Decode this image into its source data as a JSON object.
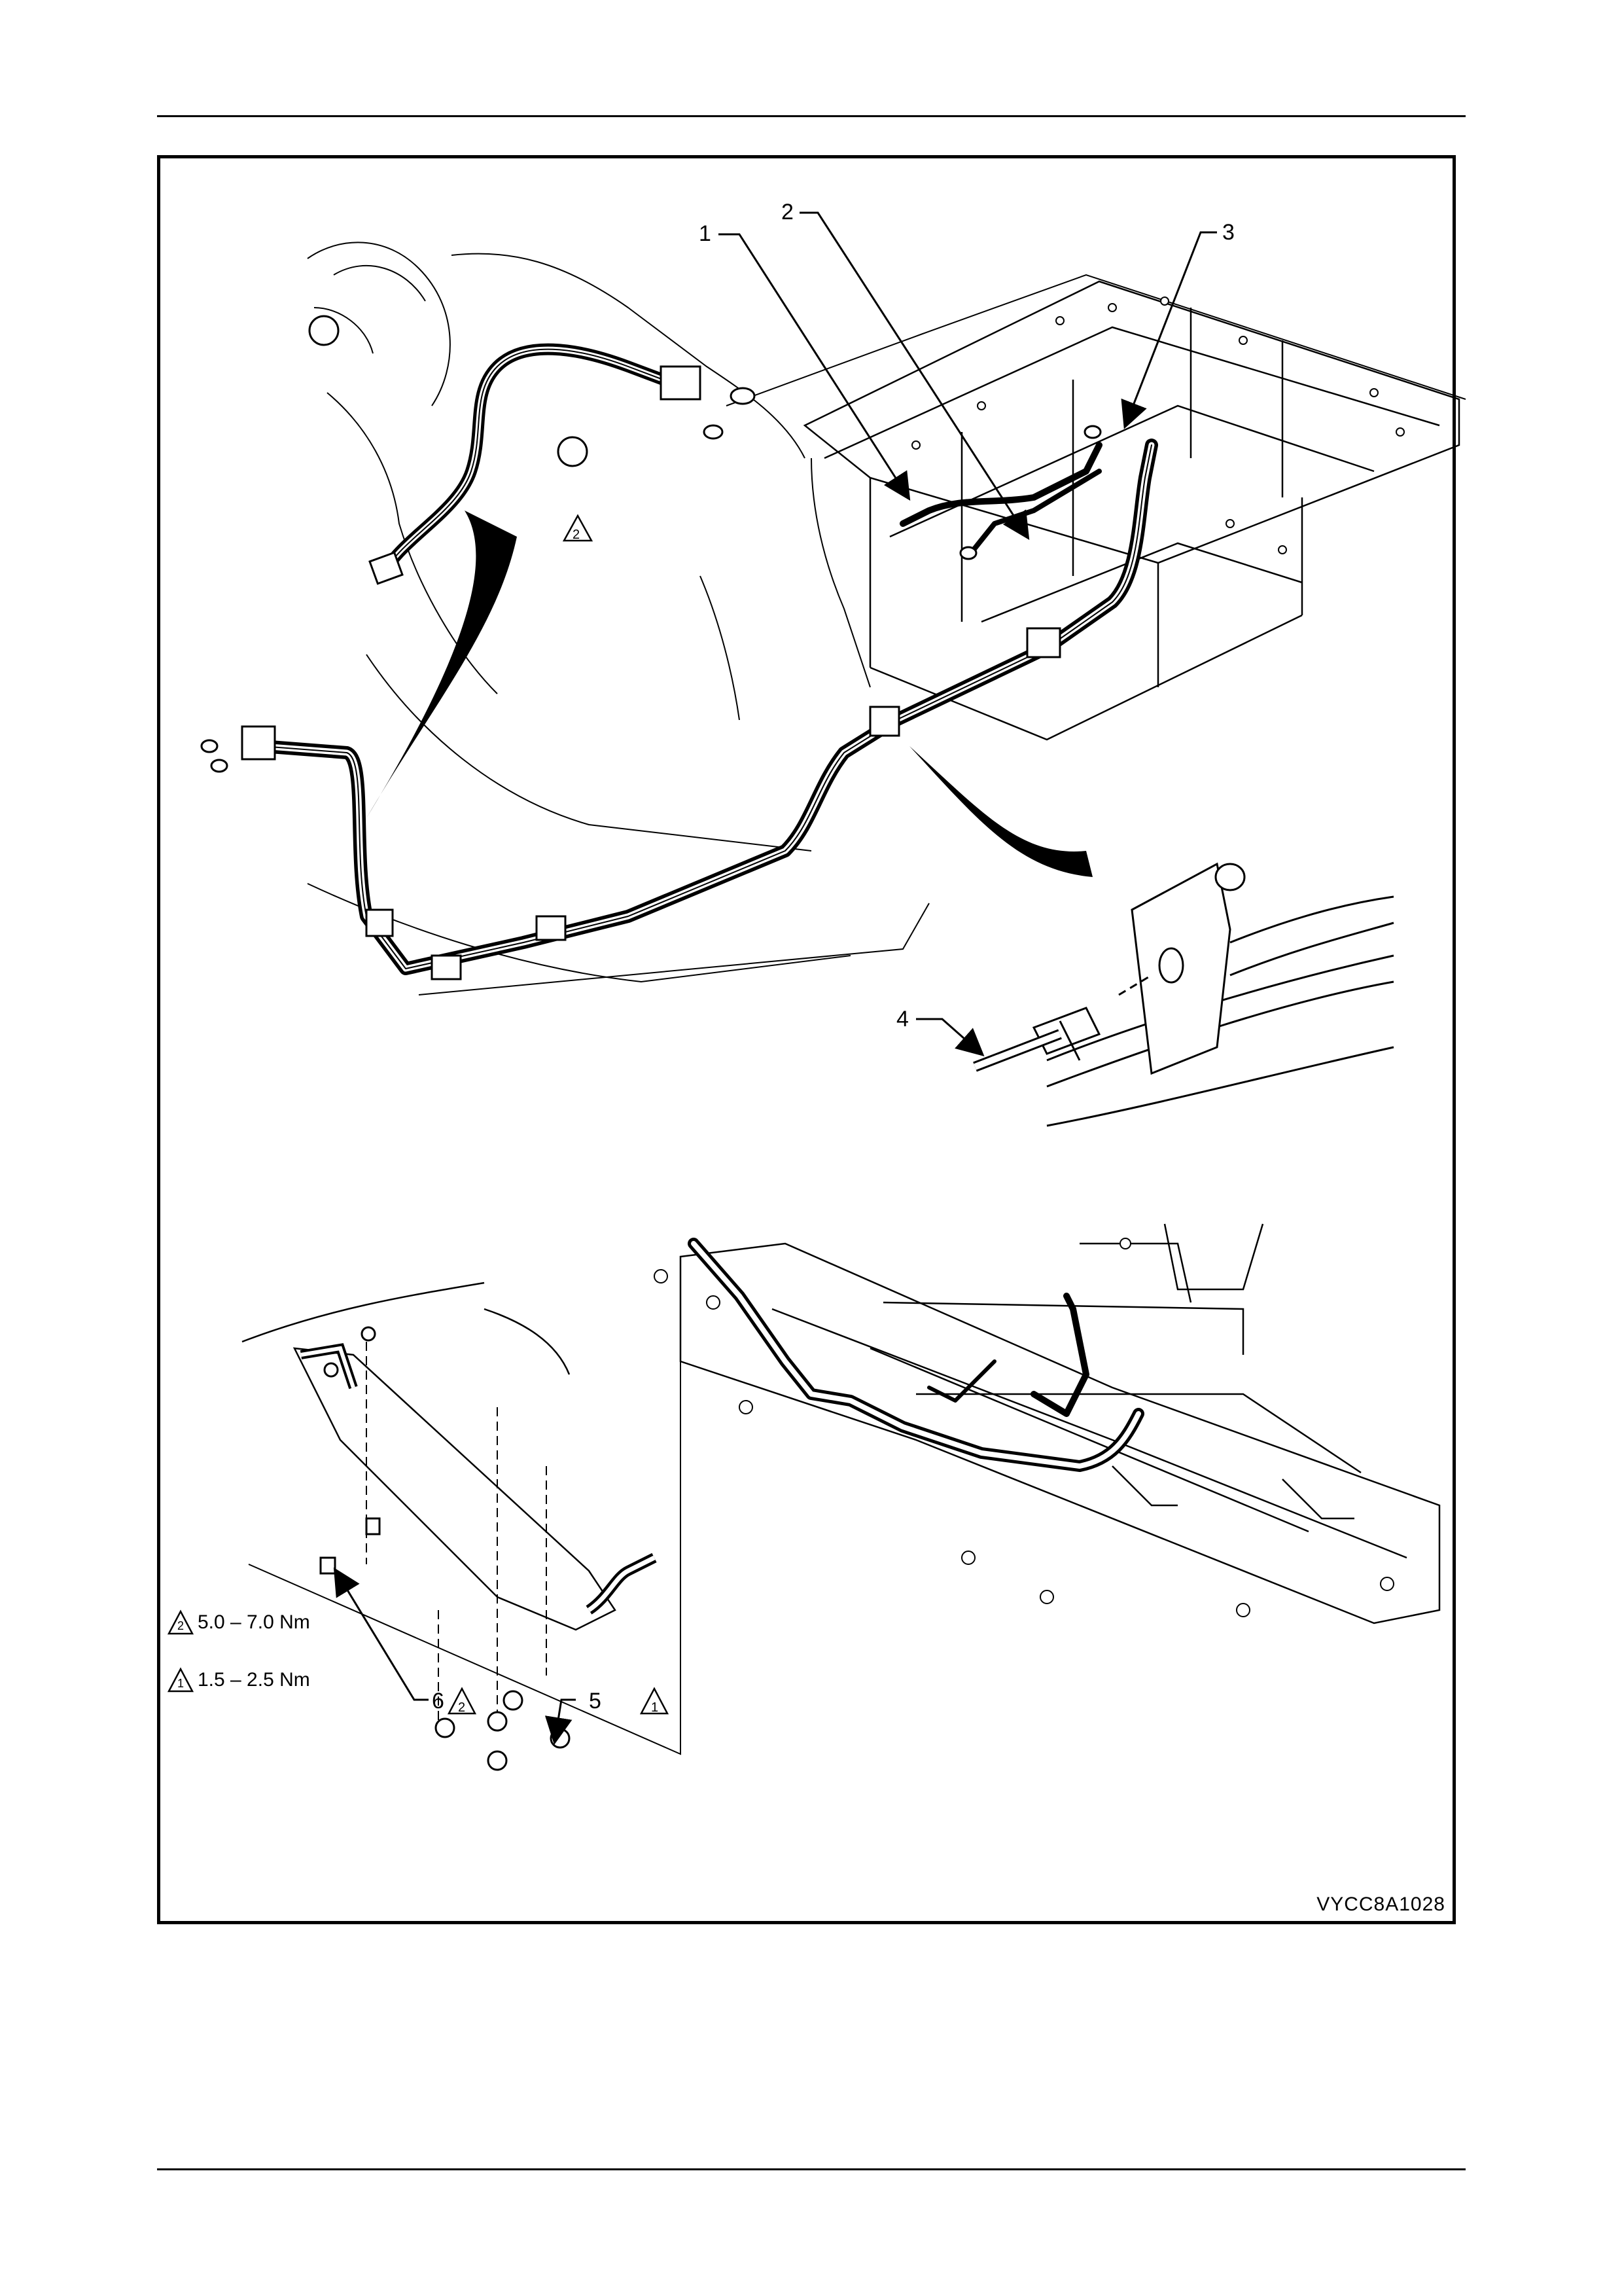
{
  "callouts": {
    "c1": "1",
    "c2": "2",
    "c3": "3",
    "c4": "4",
    "c5": "5",
    "c6": "6"
  },
  "torque_marks": {
    "mark2": "2",
    "mark1": "1"
  },
  "legend": [
    {
      "mark": "2",
      "value": "5.0 – 7.0 Nm"
    },
    {
      "mark": "1",
      "value": "1.5 – 2.5 Nm"
    }
  ],
  "figure_ref": "VYCC8A1028"
}
